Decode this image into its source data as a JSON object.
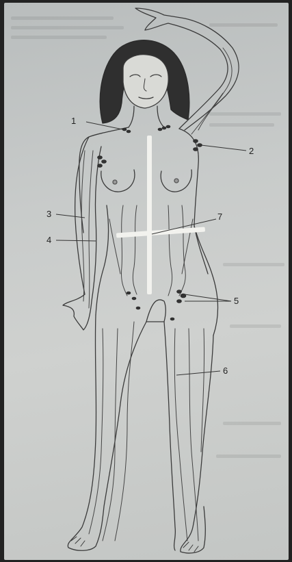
{
  "figure": {
    "callouts": [
      {
        "id": "1",
        "label": "1"
      },
      {
        "id": "2",
        "label": "2"
      },
      {
        "id": "3",
        "label": "3"
      },
      {
        "id": "4",
        "label": "4"
      },
      {
        "id": "5",
        "label": "5"
      },
      {
        "id": "6",
        "label": "6"
      },
      {
        "id": "7",
        "label": "7"
      }
    ]
  },
  "colors": {
    "paper": "#c8cbca",
    "ink": "#3a3a3a",
    "hair": "#2f2f2f",
    "marker": "#f2f2ee"
  }
}
